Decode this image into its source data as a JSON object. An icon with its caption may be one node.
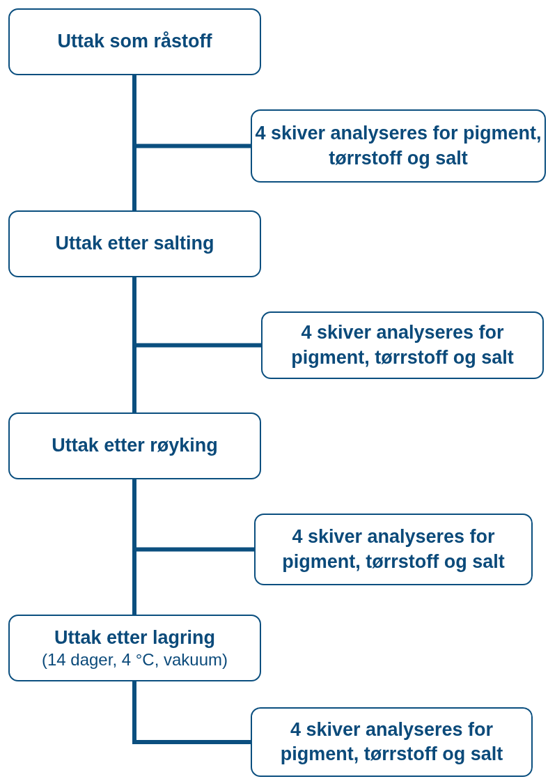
{
  "diagram": {
    "nodes": [
      {
        "text": [
          "Uttak som råstoff"
        ]
      },
      {
        "text": [
          "4 skiver analyseres for pigment, tørrstoff og salt"
        ]
      },
      {
        "text": [
          "Uttak etter salting"
        ]
      },
      {
        "text": [
          "4 skiver analyseres for pigment, tørrstoff og salt"
        ]
      },
      {
        "text": [
          "Uttak etter røyking"
        ]
      },
      {
        "text": [
          "4 skiver analyseres for pigment, tørrstoff og salt"
        ]
      },
      {
        "text": [
          "Uttak etter lagring",
          "(14 dager, 4 °C, vakuum)"
        ]
      },
      {
        "text": [
          "4 skiver analyseres for pigment, tørrstoff og salt"
        ]
      }
    ],
    "edges": [
      {
        "from": 0,
        "to": 2,
        "arrow": "none"
      },
      {
        "from": 0,
        "to": 1,
        "arrow": "none"
      },
      {
        "from": 2,
        "to": 4,
        "arrow": "none"
      },
      {
        "from": 2,
        "to": 3,
        "arrow": "none"
      },
      {
        "from": 4,
        "to": 6,
        "arrow": "none"
      },
      {
        "from": 4,
        "to": 5,
        "arrow": "none"
      },
      {
        "from": 6,
        "to": 7,
        "arrow": "none"
      }
    ]
  }
}
